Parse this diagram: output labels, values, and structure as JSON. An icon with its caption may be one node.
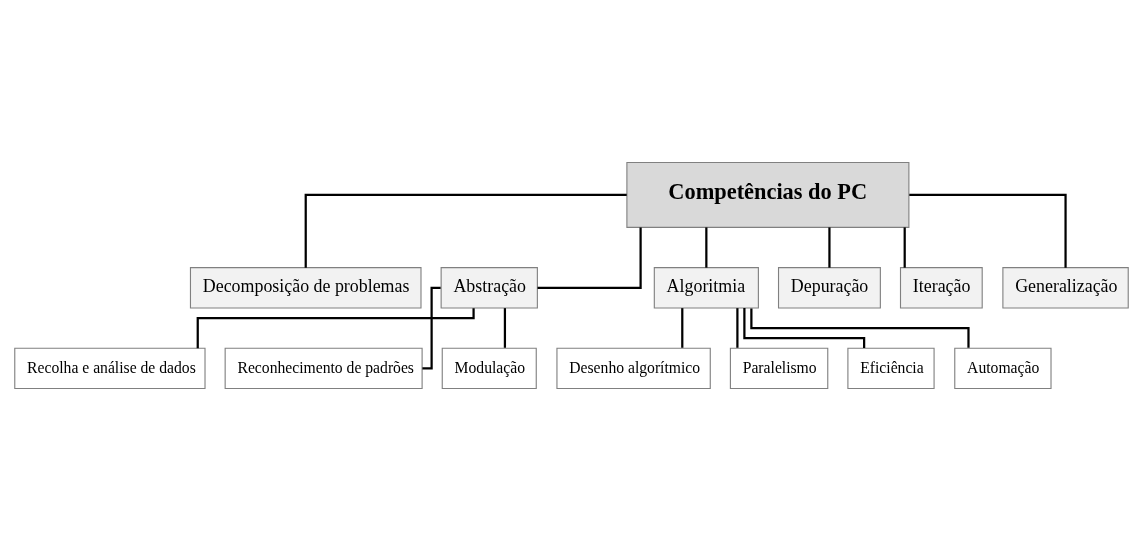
{
  "diagram": {
    "nodes": [
      {
        "text": [
          "Competências do PC"
        ]
      },
      {
        "text": [
          "Decomposição de problemas"
        ]
      },
      {
        "text": [
          "Abstração"
        ]
      },
      {
        "text": [
          "Algoritmia"
        ]
      },
      {
        "text": [
          "Depuração"
        ]
      },
      {
        "text": [
          "Iteração"
        ]
      },
      {
        "text": [
          "Generalização"
        ]
      },
      {
        "text": [
          "Recolha e análise de dados"
        ]
      },
      {
        "text": [
          "Reconhecimento de padrões"
        ]
      },
      {
        "text": [
          "Modulação"
        ]
      },
      {
        "text": [
          "Desenho algorítmico"
        ]
      },
      {
        "text": [
          "Paralelismo"
        ]
      },
      {
        "text": [
          "Eficiência"
        ]
      },
      {
        "text": [
          "Automação"
        ]
      }
    ],
    "edges": [
      {
        "from": 0,
        "to": 1,
        "arrow": "none"
      },
      {
        "from": 0,
        "to": 2,
        "arrow": "none"
      },
      {
        "from": 0,
        "to": 3,
        "arrow": "none"
      },
      {
        "from": 0,
        "to": 4,
        "arrow": "none"
      },
      {
        "from": 0,
        "to": 5,
        "arrow": "none"
      },
      {
        "from": 0,
        "to": 6,
        "arrow": "none"
      },
      {
        "from": 2,
        "to": 7,
        "arrow": "none"
      },
      {
        "from": 2,
        "to": 8,
        "arrow": "none"
      },
      {
        "from": 2,
        "to": 9,
        "arrow": "none"
      },
      {
        "from": 3,
        "to": 10,
        "arrow": "none"
      },
      {
        "from": 3,
        "to": 11,
        "arrow": "none"
      },
      {
        "from": 3,
        "to": 12,
        "arrow": "none"
      },
      {
        "from": 3,
        "to": 13,
        "arrow": "none"
      }
    ]
  }
}
